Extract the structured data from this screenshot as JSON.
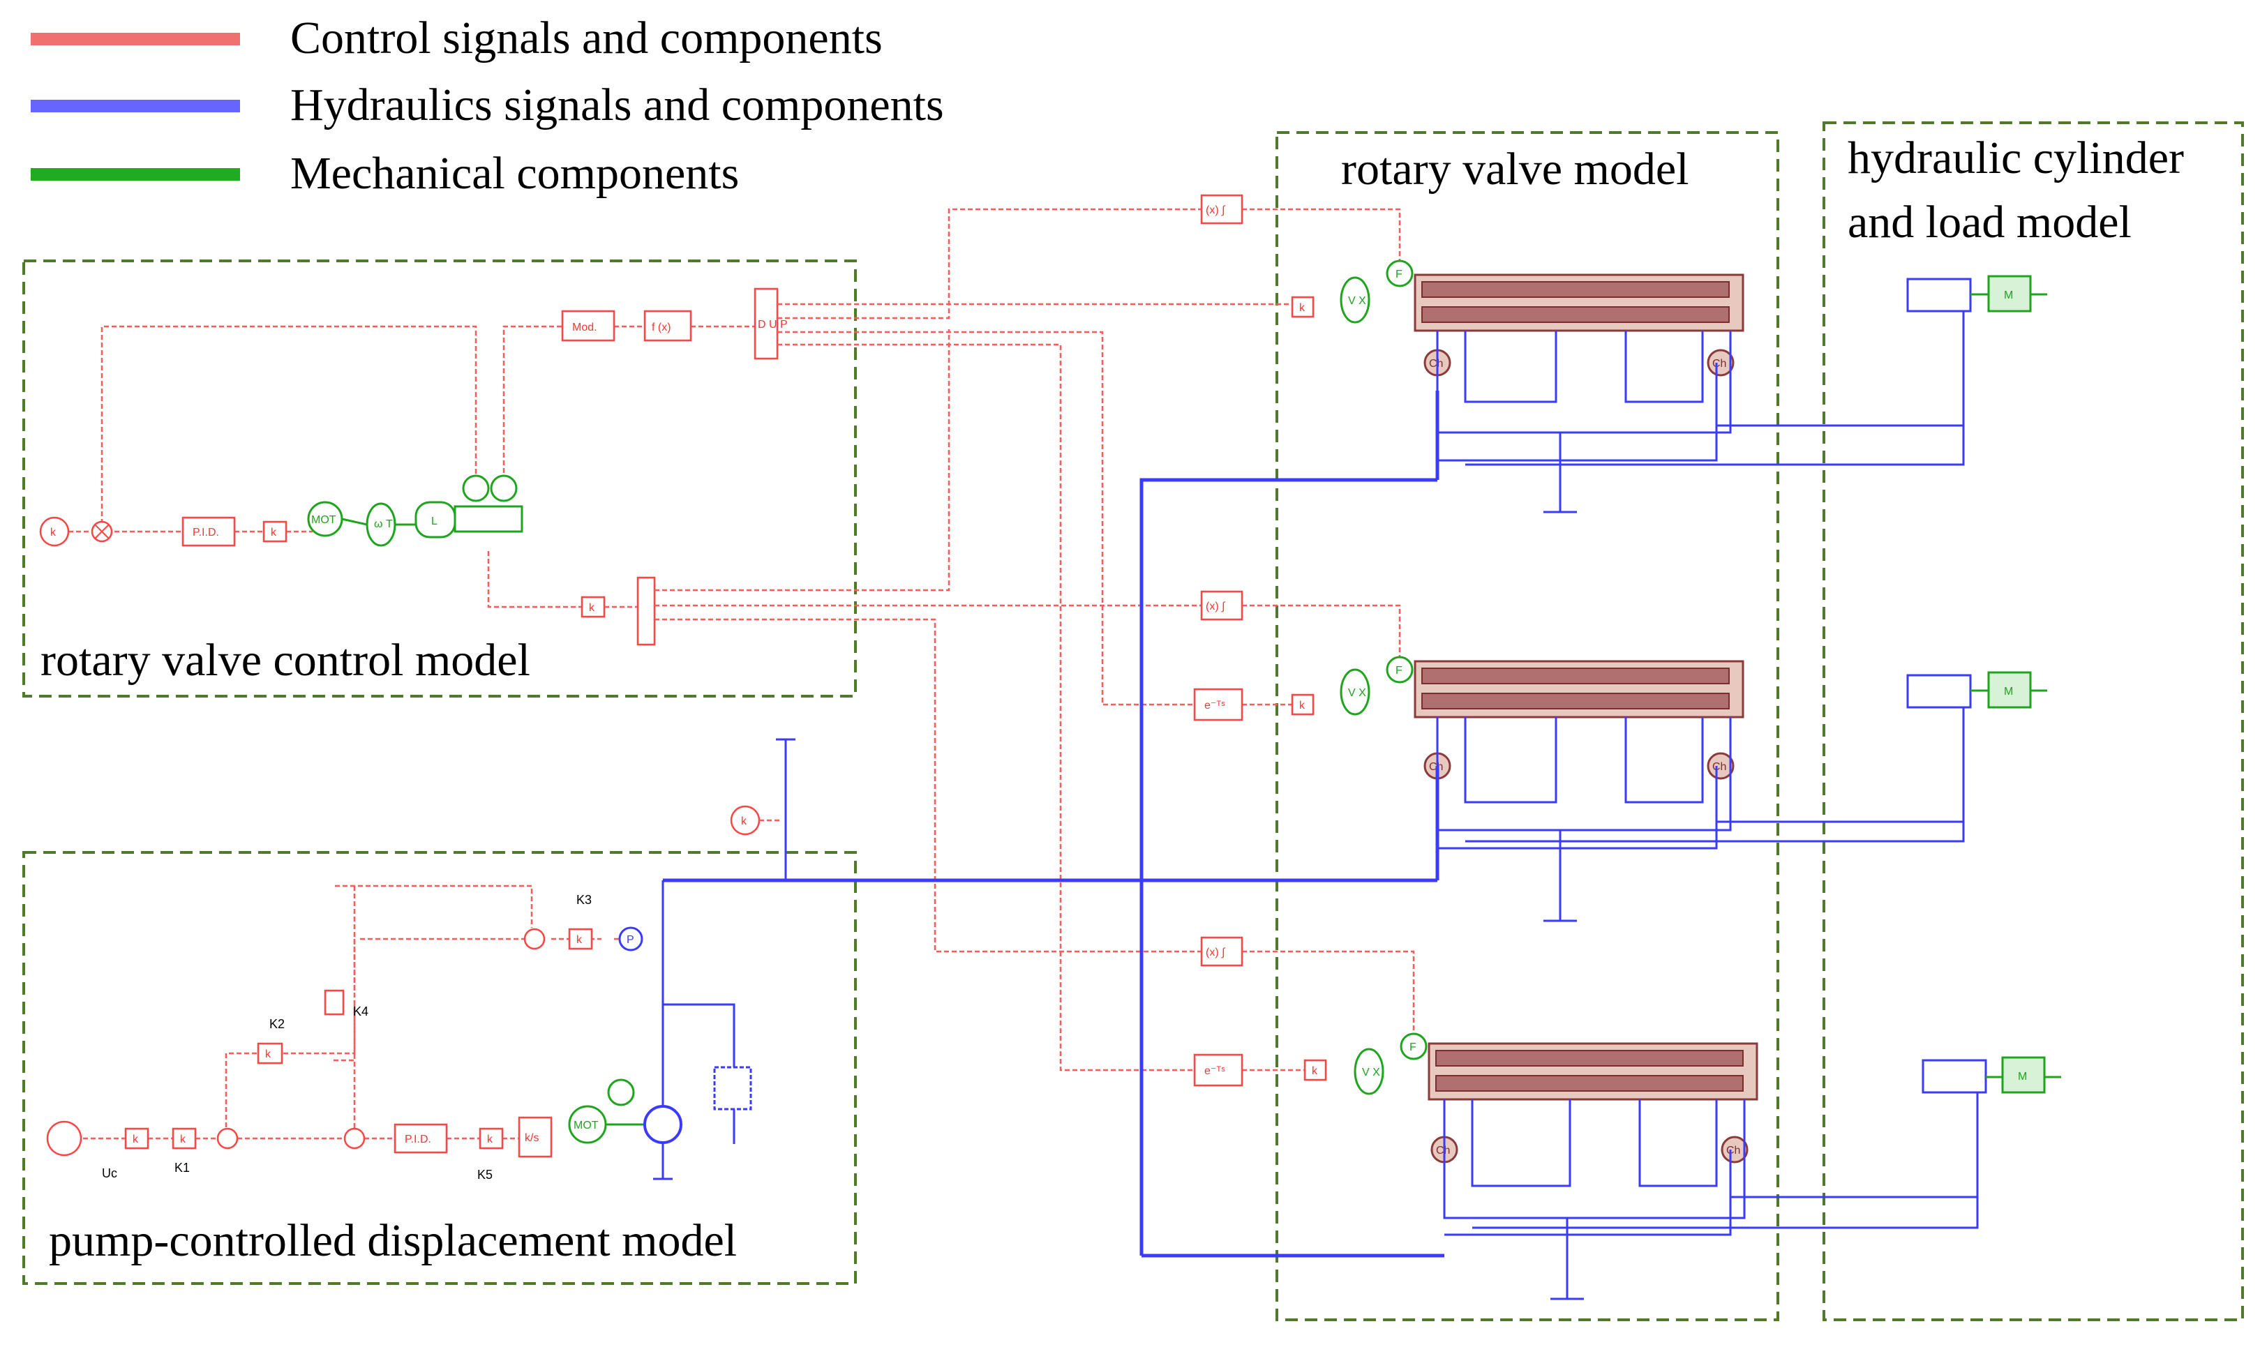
{
  "legend": {
    "items": [
      {
        "label": "Control signals and components",
        "color": "#f07070"
      },
      {
        "label": "Hydraulics signals and components",
        "color": "#6666ff"
      },
      {
        "label": "Mechanical components",
        "color": "#22aa22"
      }
    ]
  },
  "regions": {
    "rotary_valve_control": "rotary valve control model",
    "pump_controlled": "pump-controlled displacement model",
    "rotary_valve": "rotary valve model",
    "cylinder_load_line1": "hydraulic cylinder",
    "cylinder_load_line2": "and load model"
  },
  "labels": {
    "k": "k",
    "pid": "P.I.D.",
    "mod": "Mod.",
    "fx": "f (x)",
    "dup": "D U P",
    "delay": "e⁻ᵀˢ",
    "integrator": "(x) ∫",
    "uc": "Uc",
    "k1": "K1",
    "k2": "K2",
    "k3": "K3",
    "k4": "K4",
    "k5": "K5",
    "ks": "k/s",
    "mot": "MOT",
    "omega_t": "ω T",
    "vx": "V X",
    "f": "F",
    "ch": "Ch",
    "m": "M",
    "p": "P",
    "l": "L"
  },
  "colors": {
    "control": "#ff5a5a",
    "hydraulic": "#3b3bff",
    "mechanical": "#1ea51e",
    "region_border": "#4f7a28",
    "valve_body": "#e8c9c0"
  }
}
